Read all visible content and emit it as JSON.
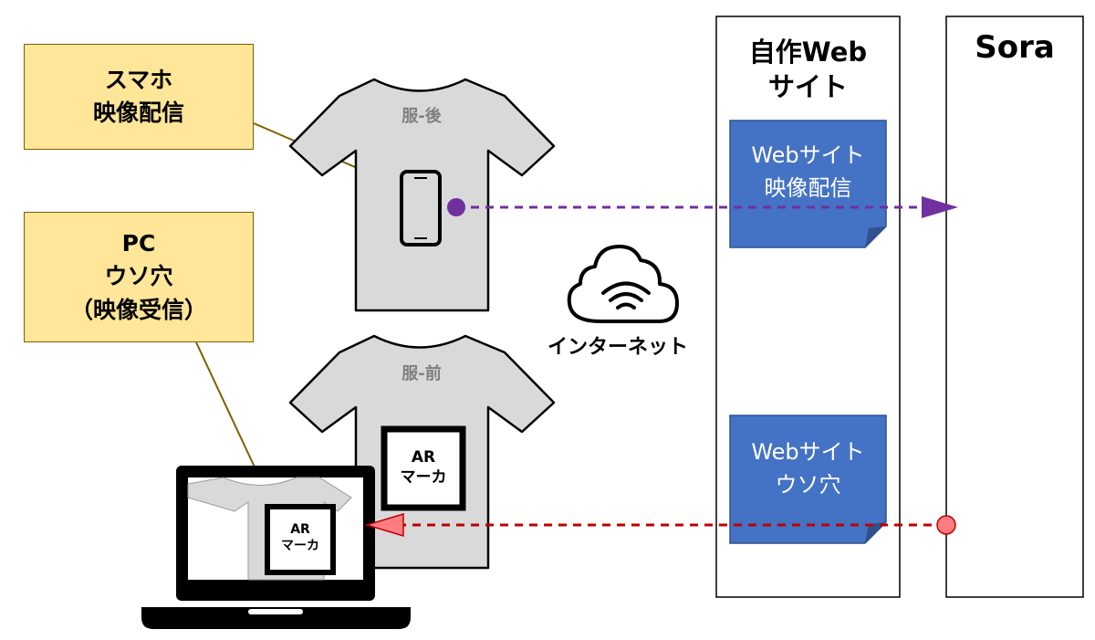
{
  "callouts": {
    "smartphone": {
      "line1": "スマホ",
      "line2": "映像配信"
    },
    "pc": {
      "line1": "PC",
      "line2": "ウソ穴",
      "line3": "（映像受信）"
    }
  },
  "shirts": {
    "back_label": "服-後",
    "front_label": "服-前",
    "ar_marker": {
      "line1": "AR",
      "line2": "マーカ"
    }
  },
  "laptop": {
    "ar_marker": {
      "line1": "AR",
      "line2": "マーカ"
    }
  },
  "internet": {
    "label": "インターネット"
  },
  "columns": {
    "website": {
      "line1": "自作Web",
      "line2": "サイト"
    },
    "sora": {
      "title": "Sora"
    }
  },
  "notes": {
    "broadcast": {
      "line1": "Webサイト",
      "line2": "映像配信"
    },
    "hole": {
      "line1": "Webサイト",
      "line2": "ウソ穴"
    }
  },
  "colors": {
    "callout_fill": "#FFE699",
    "note_fill": "#4472C4",
    "shirt_fill": "#D9D9D9",
    "send_arrow": "#7030A0",
    "receive_arrow": "#C00000",
    "receive_dot": "#FF7C80"
  },
  "icons": [
    "smartphone-icon",
    "cloud-wifi-icon",
    "laptop-icon",
    "tshirt-icon"
  ]
}
